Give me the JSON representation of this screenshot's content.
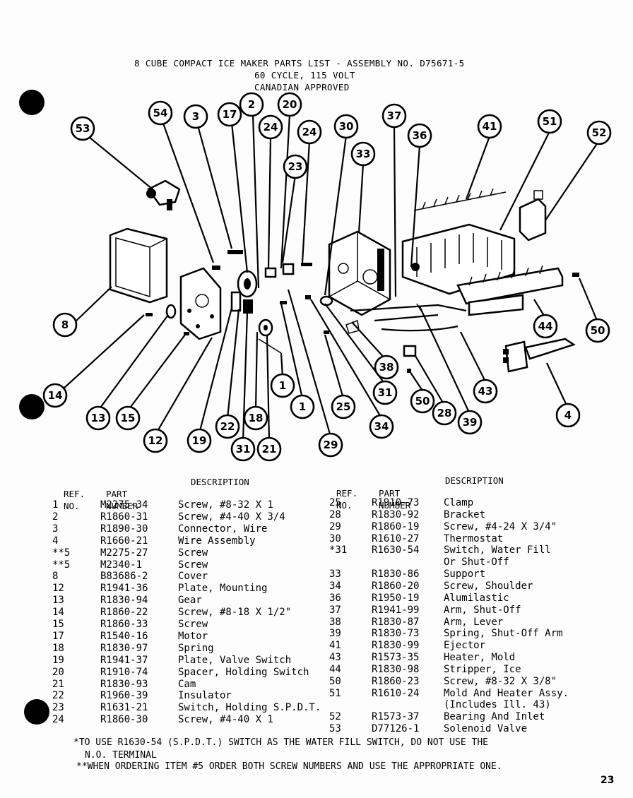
{
  "header": {
    "title_line1": "8 CUBE COMPACT ICE MAKER PARTS LIST - ASSEMBLY NO. D75671-5",
    "title_line2": "60 CYCLE, 115 VOLT",
    "title_line3": "CANADIAN APPROVED"
  },
  "callouts": [
    "53",
    "54",
    "3",
    "17",
    "2",
    "20",
    "24",
    "24",
    "23",
    "30",
    "33",
    "37",
    "36",
    "41",
    "51",
    "52",
    "8",
    "14",
    "13",
    "15",
    "12",
    "19",
    "22",
    "31",
    "18",
    "21",
    "1",
    "1",
    "29",
    "25",
    "34",
    "38",
    "31",
    "50",
    "28",
    "39",
    "43",
    "44",
    "50",
    "4"
  ],
  "table": {
    "left_headers": {
      "ref_line1": "REF.",
      "ref_line2": "NO.",
      "part_line1": "PART",
      "part_line2": "NUMBER",
      "desc": "DESCRIPTION"
    },
    "right_headers": {
      "ref_line1": "REF.",
      "ref_line2": "NO.",
      "part_line1": "PART",
      "part_line2": "NUMBER",
      "desc": "DESCRIPTION"
    },
    "left_rows": [
      {
        "ref": "1",
        "part": "M2275-34",
        "desc": "Screw, #8-32 X 1"
      },
      {
        "ref": "2",
        "part": "R1860-31",
        "desc": "Screw, #4-40 X 3/4"
      },
      {
        "ref": "3",
        "part": "R1890-30",
        "desc": "Connector, Wire"
      },
      {
        "ref": "4",
        "part": "R1660-21",
        "desc": "Wire Assembly"
      },
      {
        "ref": "**5",
        "part": "M2275-27",
        "desc": "Screw"
      },
      {
        "ref": "**5",
        "part": "M2340-1",
        "desc": "Screw"
      },
      {
        "ref": "8",
        "part": "B83686-2",
        "desc": "Cover"
      },
      {
        "ref": "12",
        "part": "R1941-36",
        "desc": "Plate, Mounting"
      },
      {
        "ref": "13",
        "part": "R1830-94",
        "desc": "Gear"
      },
      {
        "ref": "14",
        "part": "R1860-22",
        "desc": "Screw, #8-18 X 1/2\""
      },
      {
        "ref": "15",
        "part": "R1860-33",
        "desc": "Screw"
      },
      {
        "ref": "17",
        "part": "R1540-16",
        "desc": "Motor"
      },
      {
        "ref": "18",
        "part": "R1830-97",
        "desc": "Spring"
      },
      {
        "ref": "19",
        "part": "R1941-37",
        "desc": "Plate, Valve Switch"
      },
      {
        "ref": "20",
        "part": "R1910-74",
        "desc": "Spacer, Holding Switch"
      },
      {
        "ref": "21",
        "part": "R1830-93",
        "desc": "Cam"
      },
      {
        "ref": "22",
        "part": "R1960-39",
        "desc": "Insulator"
      },
      {
        "ref": "23",
        "part": "R1631-21",
        "desc": "Switch, Holding S.P.D.T."
      },
      {
        "ref": "24",
        "part": "R1860-30",
        "desc": "Screw, #4-40 X 1"
      }
    ],
    "right_rows": [
      {
        "ref": "25",
        "part": "R1910-73",
        "desc": "Clamp"
      },
      {
        "ref": "28",
        "part": "R1830-92",
        "desc": "Bracket"
      },
      {
        "ref": "29",
        "part": "R1860-19",
        "desc": "Screw, #4-24 X 3/4\""
      },
      {
        "ref": "30",
        "part": "R1610-27",
        "desc": "Thermostat"
      },
      {
        "ref": "*31",
        "part": "R1630-54",
        "desc": "Switch, Water Fill"
      },
      {
        "ref": "",
        "part": "",
        "desc": "Or Shut-Off"
      },
      {
        "ref": "33",
        "part": "R1830-86",
        "desc": "Support"
      },
      {
        "ref": "34",
        "part": "R1860-20",
        "desc": "Screw, Shoulder"
      },
      {
        "ref": "36",
        "part": "R1950-19",
        "desc": "Alumilastic"
      },
      {
        "ref": "37",
        "part": "R1941-99",
        "desc": "Arm, Shut-Off"
      },
      {
        "ref": "38",
        "part": "R1830-87",
        "desc": "Arm, Lever"
      },
      {
        "ref": "39",
        "part": "R1830-73",
        "desc": "Spring, Shut-Off Arm"
      },
      {
        "ref": "41",
        "part": "R1830-99",
        "desc": "Ejector"
      },
      {
        "ref": "43",
        "part": "R1573-35",
        "desc": "Heater, Mold"
      },
      {
        "ref": "44",
        "part": "R1830-98",
        "desc": "Stripper, Ice"
      },
      {
        "ref": "50",
        "part": "R1860-23",
        "desc": "Screw, #8-32 X 3/8\""
      },
      {
        "ref": "51",
        "part": "R1610-24",
        "desc": "Mold And Heater Assy."
      },
      {
        "ref": "",
        "part": "",
        "desc": "(Includes Ill. 43)"
      },
      {
        "ref": "52",
        "part": "R1573-37",
        "desc": "Bearing And Inlet"
      },
      {
        "ref": "53",
        "part": "D77126-1",
        "desc": "Solenoid Valve"
      }
    ]
  },
  "notes": {
    "note1_line1": "*TO USE R1630-54 (S.P.D.T.) SWITCH AS THE WATER FILL SWITCH, DO NOT USE THE",
    "note1_line2": "N.O. TERMINAL",
    "note2": "**WHEN ORDERING ITEM #5 ORDER BOTH SCREW NUMBERS AND USE THE APPROPRIATE ONE."
  },
  "page_number": "23"
}
